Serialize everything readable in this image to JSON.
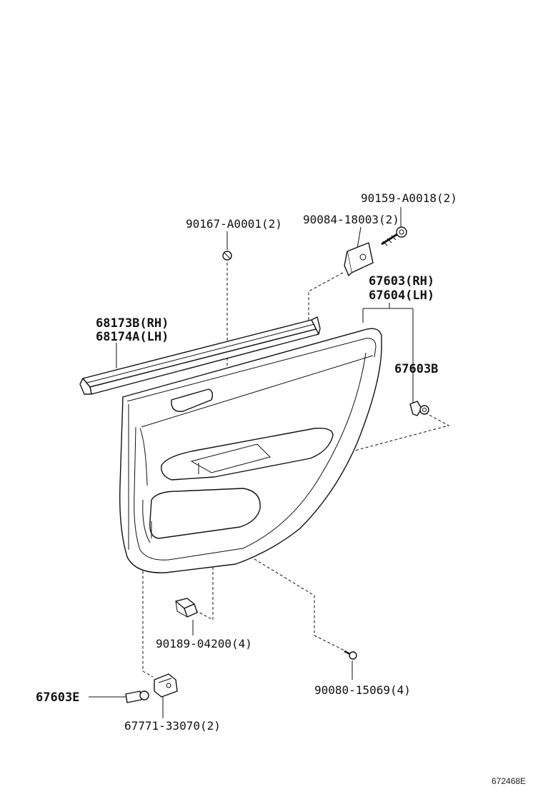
{
  "labels": {
    "bolt_90159": "90159-A0018(2)",
    "nut_90084": "90084-18003(2)",
    "clip_90167": "90167-A0001(2)",
    "panel_rh": "67603(RH)",
    "panel_lh": "67604(LH)",
    "weatherstrip_rh": "68173B(RH)",
    "weatherstrip_lh": "68174A(LH)",
    "clip_67603b": "67603B",
    "clip_90189": "90189-04200(4)",
    "screw_90080": "90080-15069(4)",
    "clip_67603e": "67603E",
    "holder_67771": "67771-33070(2)"
  },
  "reference_code": "672468E"
}
